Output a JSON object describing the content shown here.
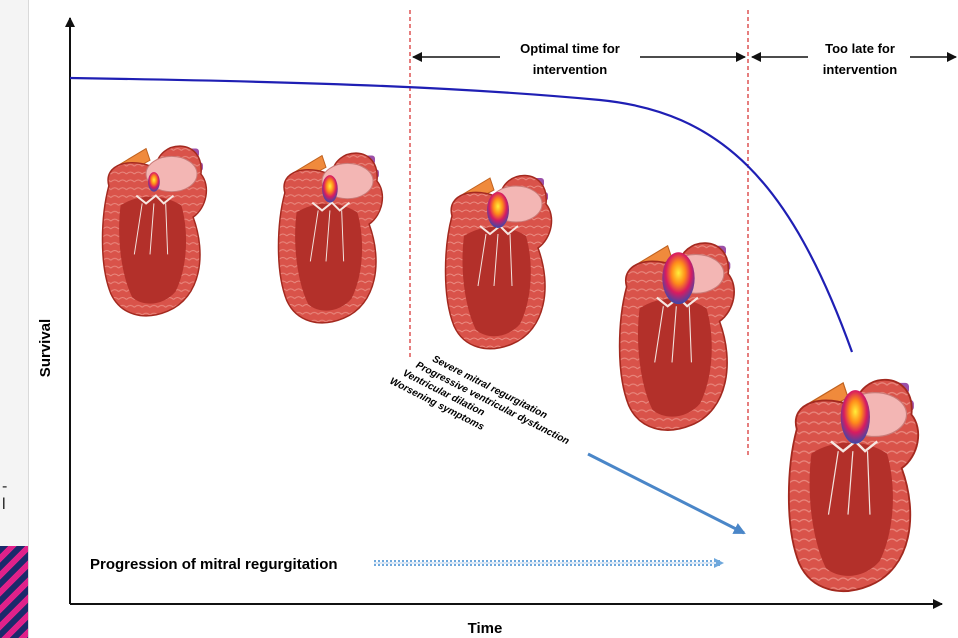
{
  "figure": {
    "axes": {
      "x_label": "Time",
      "y_label": "Survival"
    },
    "windows": {
      "optimal": {
        "line1": "Optimal time for",
        "line2": "intervention"
      },
      "too_late": {
        "line1": "Too late for",
        "line2": "intervention"
      }
    },
    "progression_label": "Progression of mitral regurgitation",
    "symptoms": [
      "Severe mitral regurgitation",
      "Progressive ventricular dysfunction",
      "Ventricular dilation",
      "Worsening symptoms"
    ],
    "left_strip": {
      "frag_top": "-",
      "frag_bottom": "l"
    },
    "colors": {
      "survival_curve": "#1f1fb4",
      "window_divider": "#d62828",
      "progression_arrow": "#6fa8dc",
      "symptom_arrow": "#4a86c8",
      "myocardium": "#d9534a",
      "chamber": "#b3302a",
      "atrium": "#f3b6b4",
      "aorta": "#f08a3c",
      "pulmonary_veins": "#9b4fa8"
    },
    "icons": [
      "heart-stage-1-icon",
      "heart-stage-2-icon",
      "heart-stage-3-icon",
      "heart-stage-4-icon",
      "heart-stage-5-icon"
    ]
  }
}
